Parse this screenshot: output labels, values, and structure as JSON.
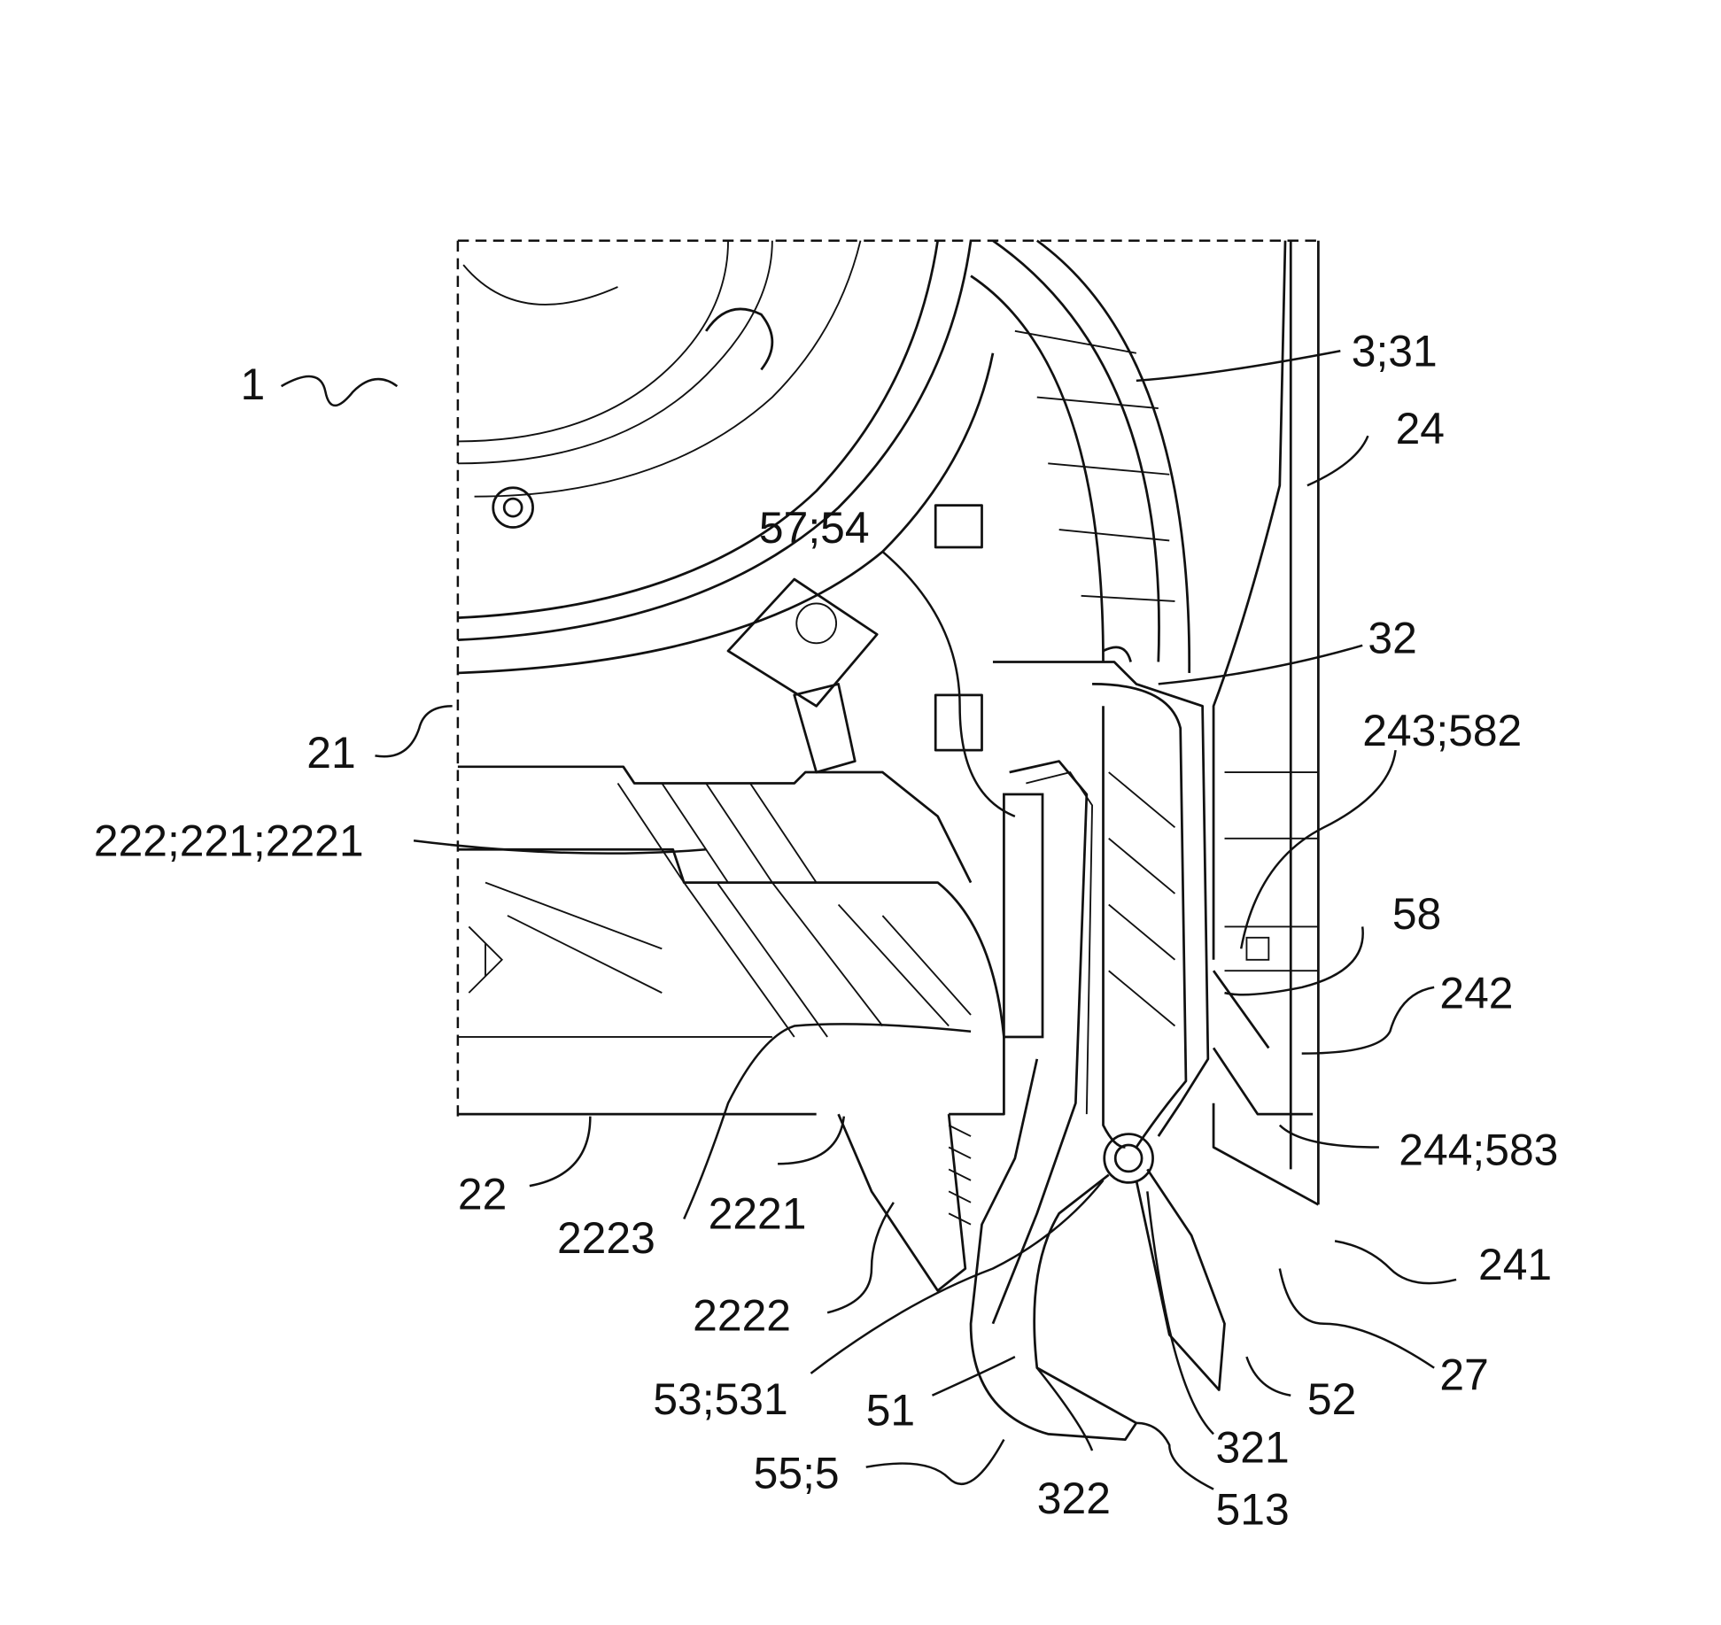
{
  "figure": {
    "title": "Patent drawing - cross-section of mechanism",
    "labels": {
      "l1": "1",
      "l3_31": "3;31",
      "l24": "24",
      "l57_54": "57;54",
      "l32": "32",
      "l21": "21",
      "l243_582": "243;582",
      "l222": "222;221;2221",
      "l58": "58",
      "l242": "242",
      "l244_583": "244;583",
      "l22": "22",
      "l2223": "2223",
      "l2221": "2221",
      "l241": "241",
      "l2222": "2222",
      "l27": "27",
      "l53_531": "53;531",
      "l51": "51",
      "l52": "52",
      "l321": "321",
      "l55_5": "55;5",
      "l322": "322",
      "l513": "513"
    }
  }
}
